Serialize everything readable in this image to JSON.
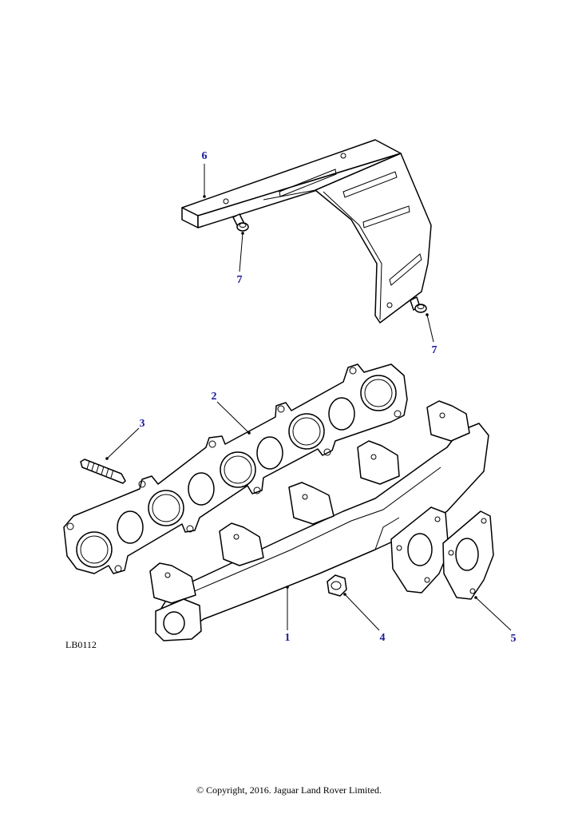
{
  "diagram": {
    "reference_code": "LB0112",
    "copyright": "© Copyright, 2016. Jaguar Land Rover Limited.",
    "callout_color": "#1a1a9c",
    "callouts": [
      {
        "id": "1",
        "label": "1"
      },
      {
        "id": "2",
        "label": "2"
      },
      {
        "id": "3",
        "label": "3"
      },
      {
        "id": "4",
        "label": "4"
      },
      {
        "id": "5",
        "label": "5"
      },
      {
        "id": "6",
        "label": "6"
      },
      {
        "id": "7a",
        "label": "7"
      },
      {
        "id": "7b",
        "label": "7"
      }
    ]
  }
}
